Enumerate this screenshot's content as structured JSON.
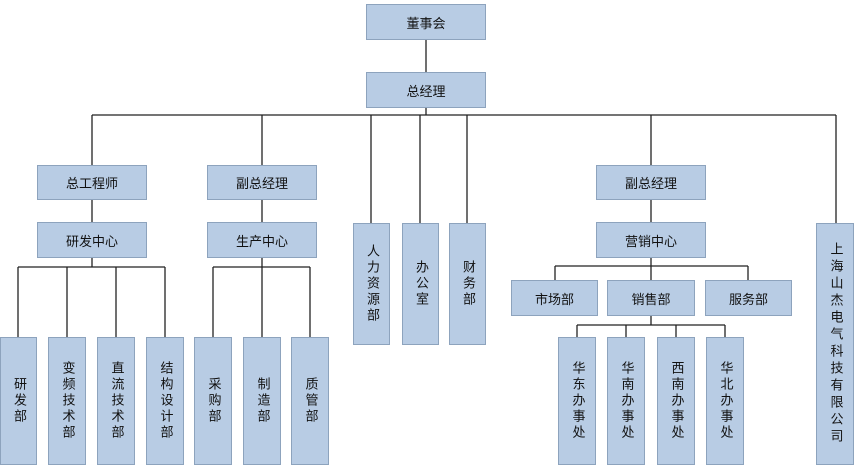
{
  "org_chart": {
    "board": "董事会",
    "general_manager": "总经理",
    "chief_engineer": "总工程师",
    "rd_center": "研发中心",
    "rd_depts": [
      "研发部",
      "变频技术部",
      "直流技术部",
      "结构设计部"
    ],
    "deputy_gm_left": "副总经理",
    "production_center": "生产中心",
    "production_depts": [
      "采购部",
      "制造部",
      "质管部"
    ],
    "hr_dept": "人力资源部",
    "office": "办公室",
    "finance_dept": "财务部",
    "deputy_gm_right": "副总经理",
    "marketing_center": "营销中心",
    "market_dept": "市场部",
    "sales_dept": "销售部",
    "service_dept": "服务部",
    "offices": [
      "华东办事处",
      "华南办事处",
      "西南办事处",
      "华北办事处"
    ],
    "subsidiary": "上海山杰电气科技有限公司"
  }
}
